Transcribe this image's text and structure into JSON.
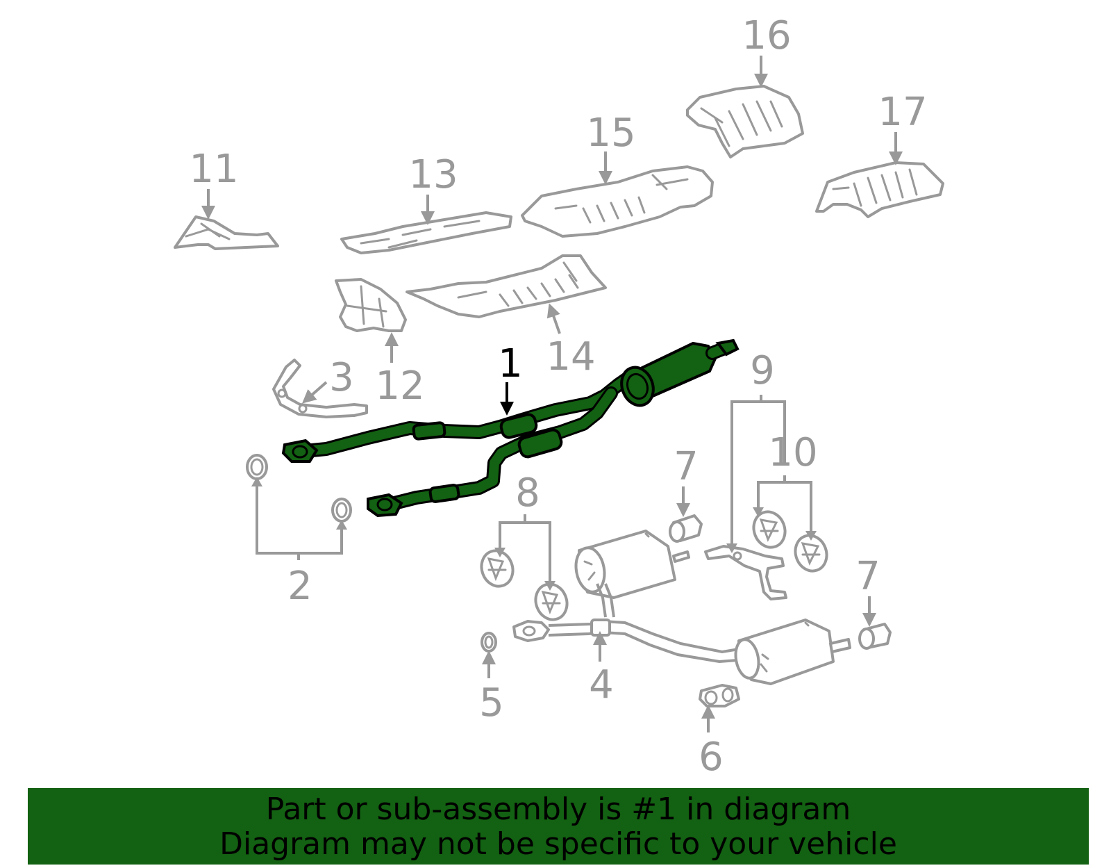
{
  "callouts": {
    "c1": "1",
    "c2": "2",
    "c3": "3",
    "c4": "4",
    "c5": "5",
    "c6": "6",
    "c7": "7",
    "c8": "8",
    "c9": "9",
    "c10": "10",
    "c11": "11",
    "c12": "12",
    "c13": "13",
    "c14": "14",
    "c15": "15",
    "c16": "16",
    "c17": "17"
  },
  "footer": {
    "line1": "Part or sub-assembly is #1 in diagram",
    "line2": "Diagram may not be specific to your vehicle"
  },
  "colors": {
    "highlight": "#136112",
    "parts": "#999999",
    "highlight_label": "#000000"
  }
}
